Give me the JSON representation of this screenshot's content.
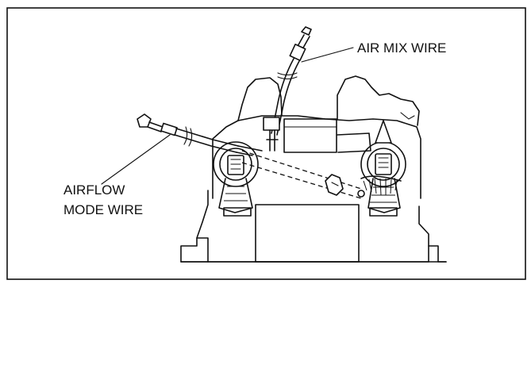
{
  "labels": {
    "air_mix_wire": "AIR MIX WIRE",
    "airflow_mode_wire_line1": "AIRFLOW",
    "airflow_mode_wire_line2": "MODE WIRE"
  },
  "colors": {
    "line": "#111111",
    "background": "#ffffff"
  }
}
